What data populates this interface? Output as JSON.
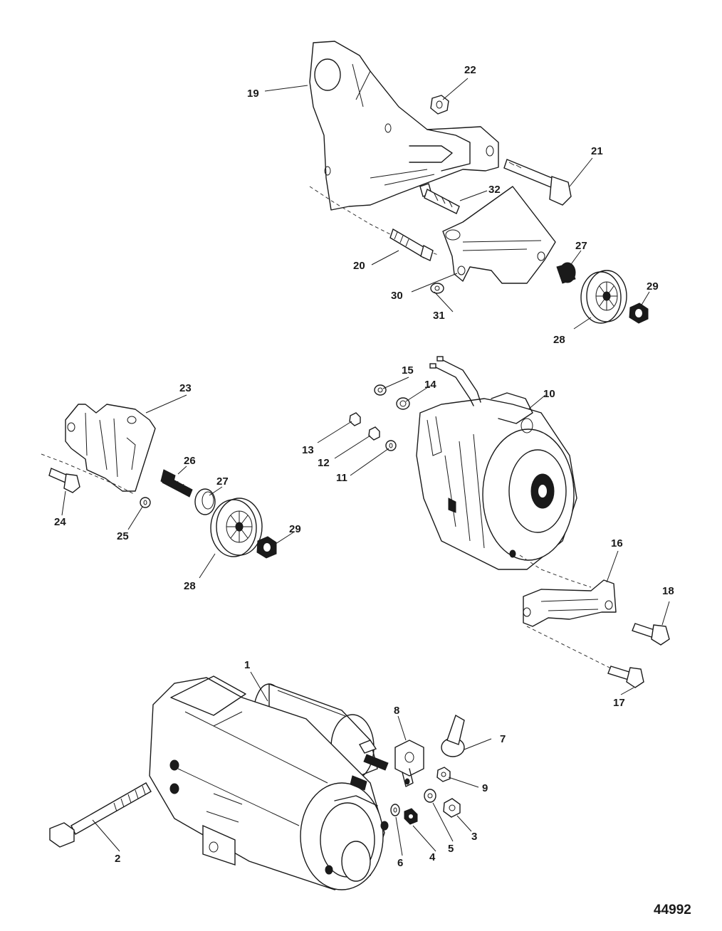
{
  "diagram": {
    "reference_number": "44992",
    "callouts": {
      "c1": "1",
      "c2": "2",
      "c3": "3",
      "c4": "4",
      "c5": "5",
      "c6": "6",
      "c7": "7",
      "c8": "8",
      "c9": "9",
      "c10": "10",
      "c11": "11",
      "c12": "12",
      "c13": "13",
      "c14": "14",
      "c15": "15",
      "c16": "16",
      "c17": "17",
      "c18": "18",
      "c19": "19",
      "c20": "20",
      "c21": "21",
      "c22": "22",
      "c23": "23",
      "c24": "24",
      "c25": "25",
      "c26": "26",
      "c27a": "27",
      "c27b": "27",
      "c28a": "28",
      "c28b": "28",
      "c29a": "29",
      "c29b": "29",
      "c30": "30",
      "c31": "31",
      "c32": "32"
    }
  }
}
